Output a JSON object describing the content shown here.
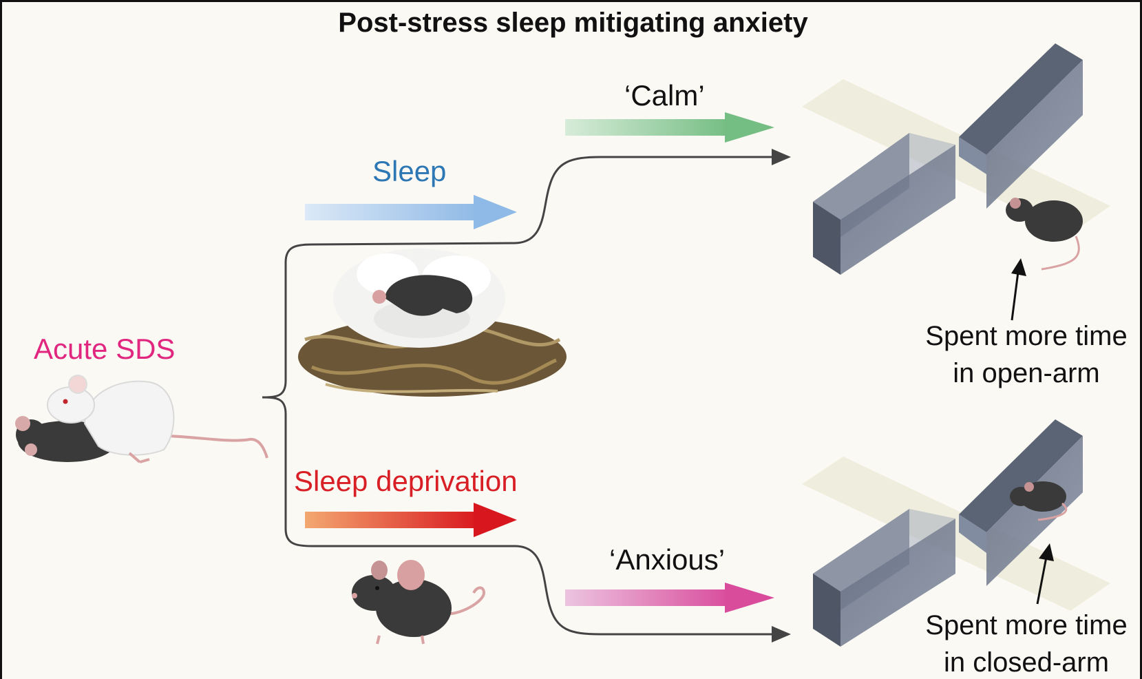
{
  "title": "Post-stress sleep mitigating anxiety",
  "labels": {
    "calm": "‘Calm’",
    "sleep": "Sleep",
    "acute_sds": "Acute SDS",
    "sleep_deprivation": "Sleep deprivation",
    "anxious": "‘Anxious’"
  },
  "notes": {
    "open_arm": [
      "Spent more time",
      "in open-arm"
    ],
    "closed_arm": [
      "Spent more time",
      "in closed-arm"
    ]
  },
  "colors": {
    "sleep": "#2c77b4",
    "acute_sds": "#e0267f",
    "sleep_deprivation": "#d81f26",
    "calm_arrow": "#7fc28e",
    "anxious_arrow": "#d9509d",
    "maze_box": "#5d6677"
  }
}
